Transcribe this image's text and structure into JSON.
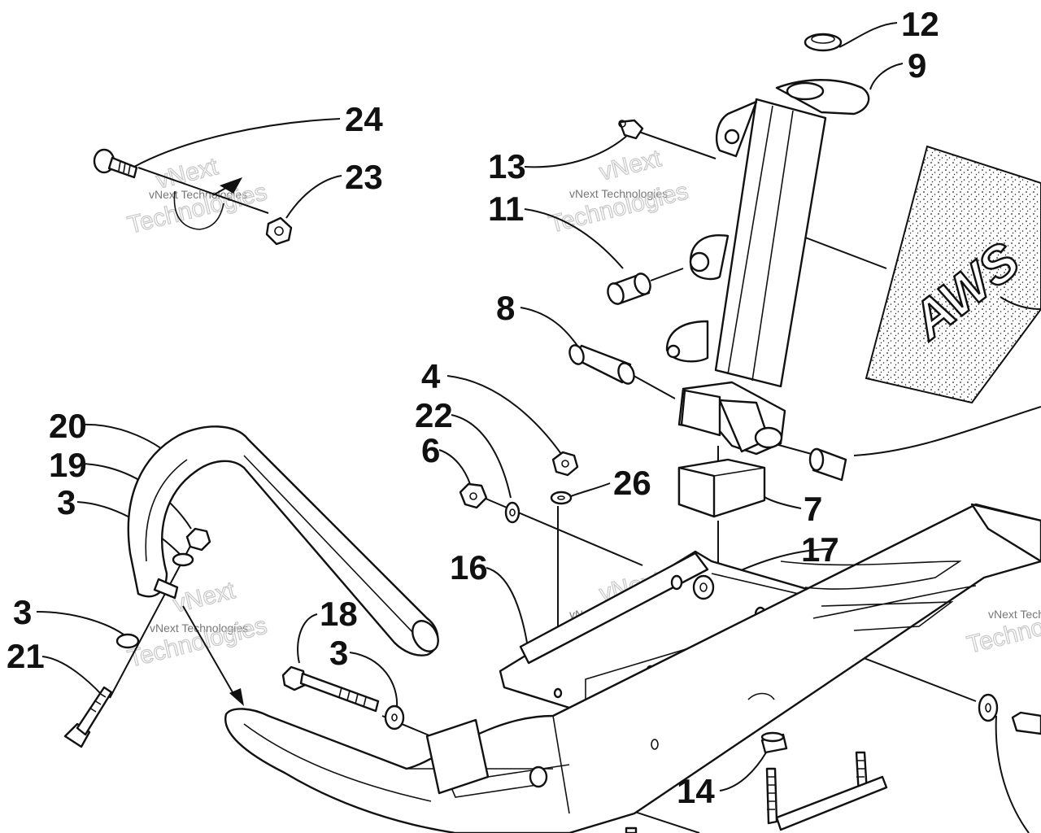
{
  "callouts": {
    "c12": "12",
    "c9": "9",
    "c24": "24",
    "c23": "23",
    "c13": "13",
    "c11": "11",
    "c8": "8",
    "c4": "4",
    "c22": "22",
    "c6": "6",
    "c26": "26",
    "c7": "7",
    "c20": "20",
    "c19": "19",
    "c3a": "3",
    "c16": "16",
    "c17": "17",
    "c18": "18",
    "c3b": "3",
    "c3c": "3",
    "c21": "21",
    "c14": "14"
  },
  "decal": {
    "text": "AWS"
  },
  "watermark": {
    "brand": "vNext Technologies",
    "big_1": "vNext",
    "big_2": "Technologies"
  },
  "colors": {
    "ink": "#111111",
    "paper": "#ffffff",
    "watermark": "#c8c8c8"
  }
}
